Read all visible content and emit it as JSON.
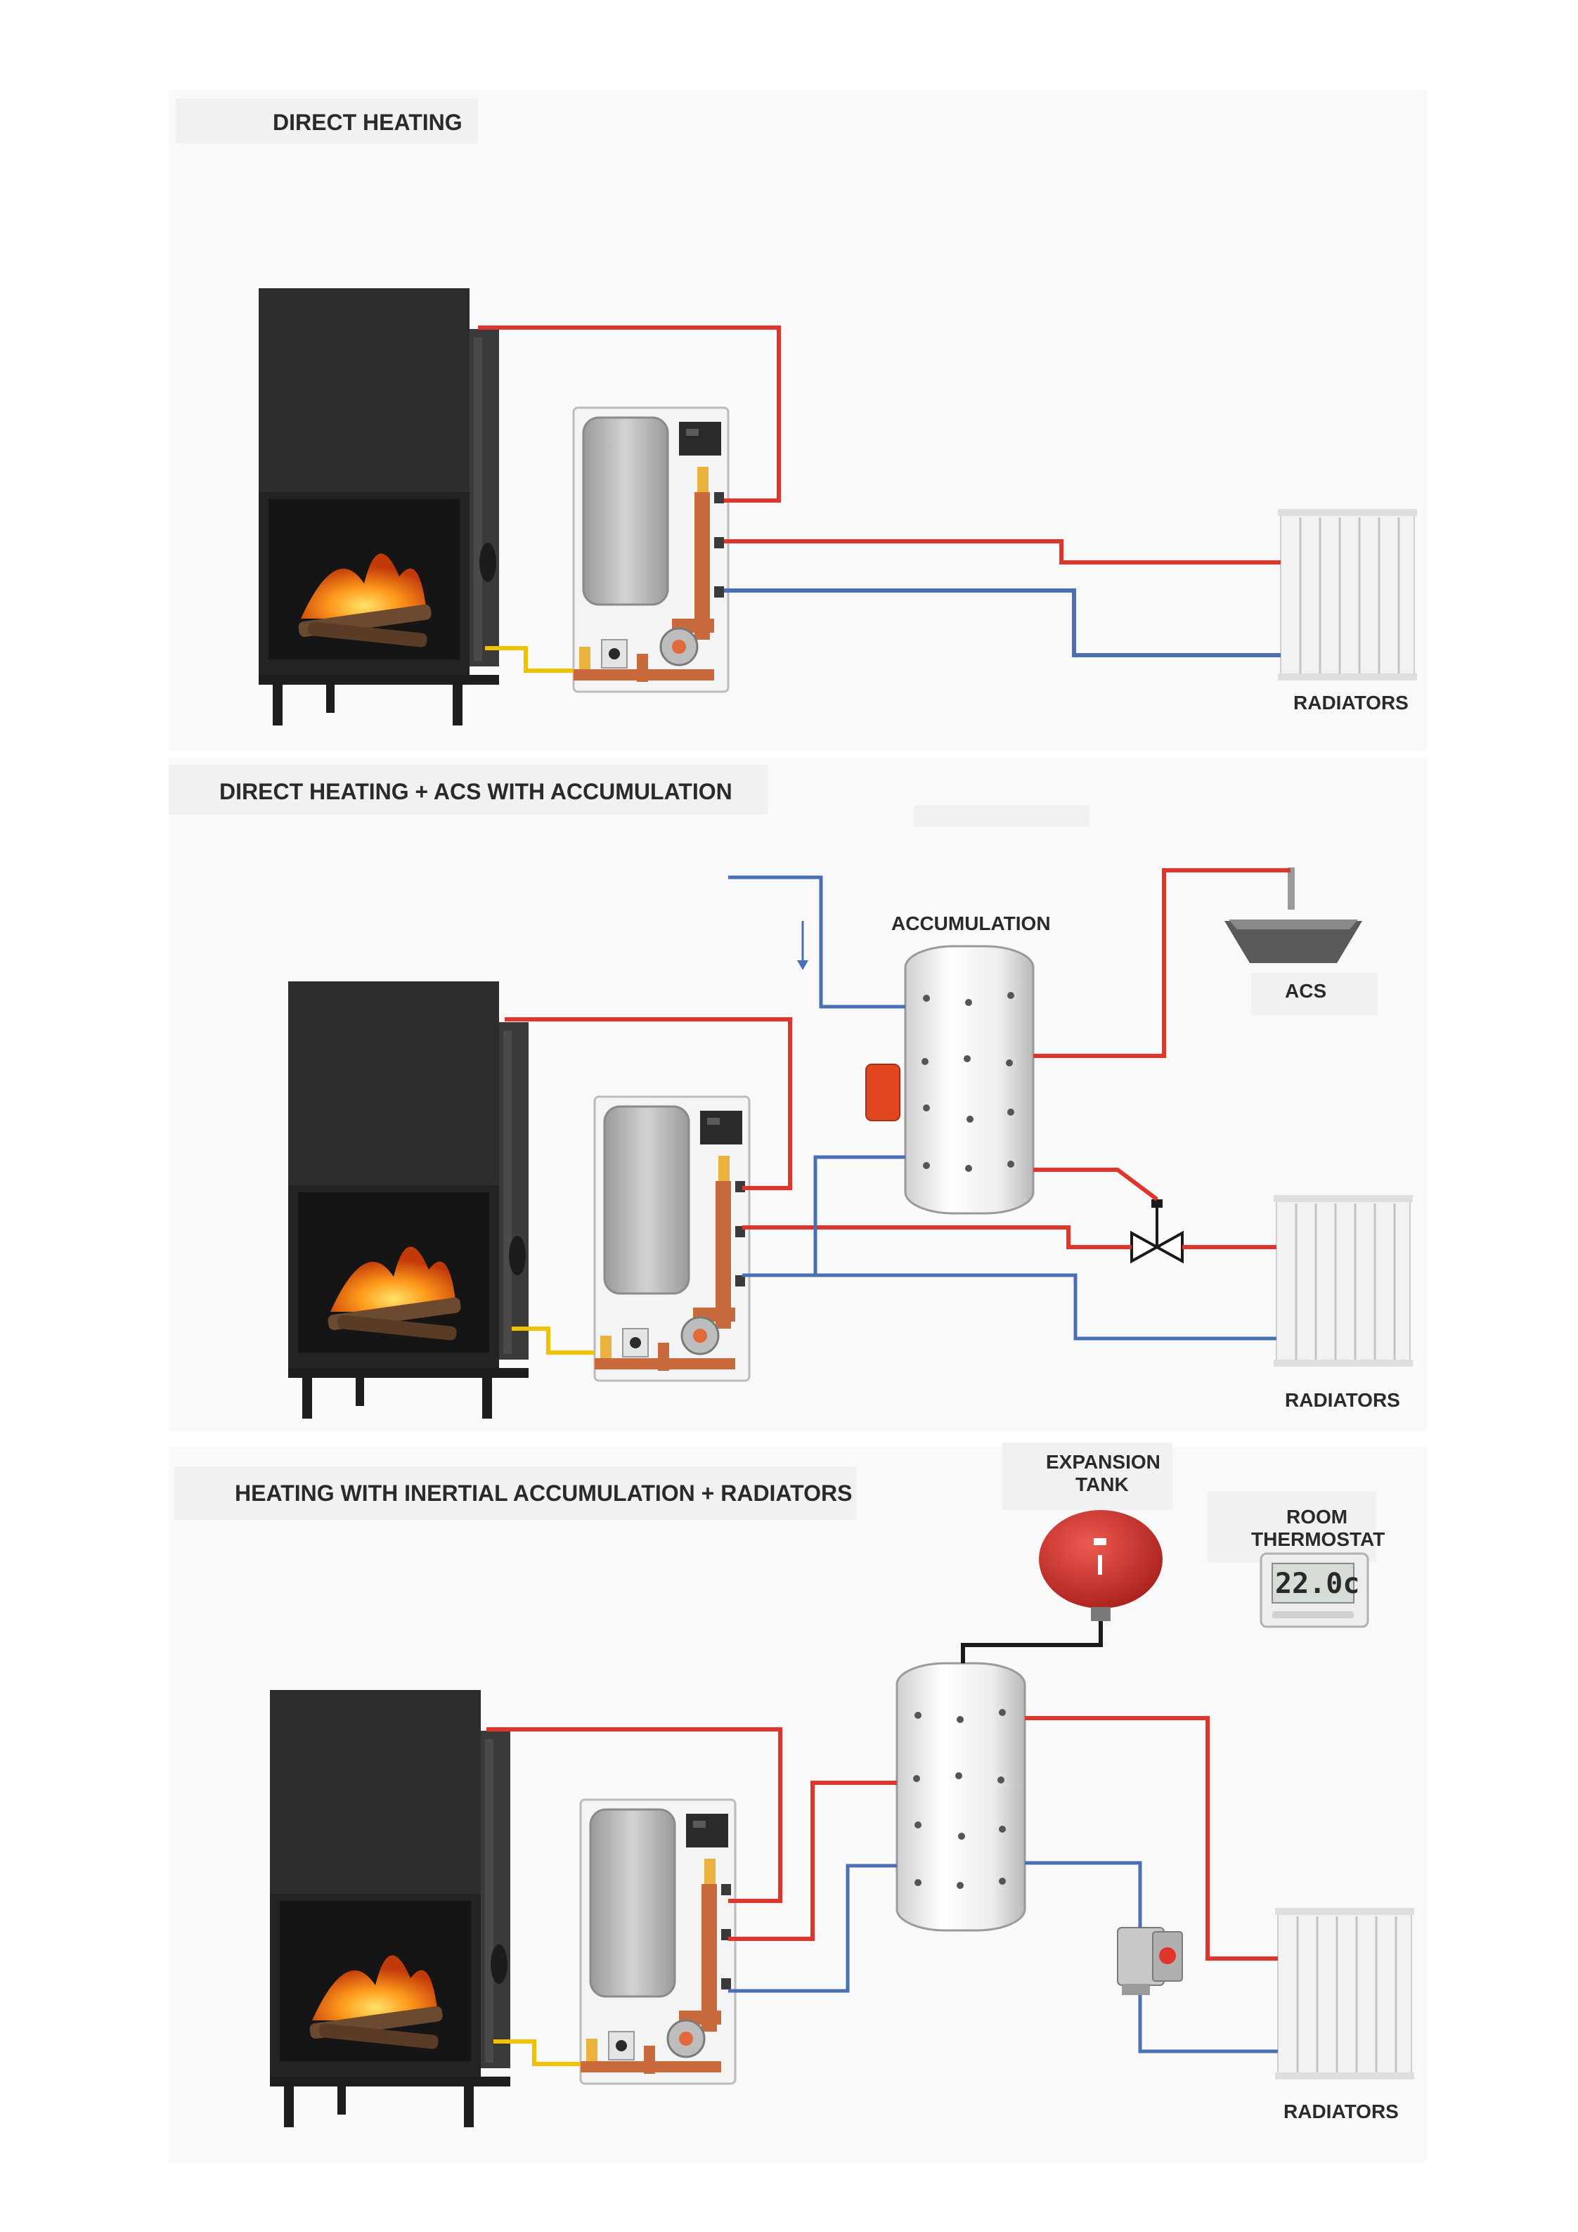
{
  "sections": [
    {
      "title": "DIRECT HEATING",
      "labels": {
        "radiators": "RADIATORS"
      }
    },
    {
      "title": "DIRECT HEATING + ACS WITH ACCUMULATION",
      "labels": {
        "accumulation": "ACCUMULATION",
        "acs": "ACS",
        "radiators": "RADIATORS"
      }
    },
    {
      "title": "HEATING WITH INERTIAL ACCUMULATION + RADIATORS",
      "labels": {
        "expansion_tank_1": "EXPANSION",
        "expansion_tank_2": "TANK",
        "room_thermostat_1": "ROOM",
        "room_thermostat_2": "THERMOSTAT",
        "thermostat_display": "22.0c",
        "radiators": "RADIATORS"
      }
    }
  ],
  "colors": {
    "hot_pipe": "#e0352b",
    "cold_pipe": "#4a6fb5",
    "sensor_wire": "#f2c200",
    "stove_body": "#2b2b2b",
    "tank": "#eeeeee",
    "expansion_tank": "#d42a26"
  },
  "icons": [
    "fireplace-stove-icon",
    "hydraulic-module-icon",
    "radiator-icon",
    "accumulation-tank-icon",
    "shower-head-icon",
    "three-way-valve-icon",
    "expansion-tank-icon",
    "thermostat-icon",
    "circulation-pump-icon"
  ]
}
